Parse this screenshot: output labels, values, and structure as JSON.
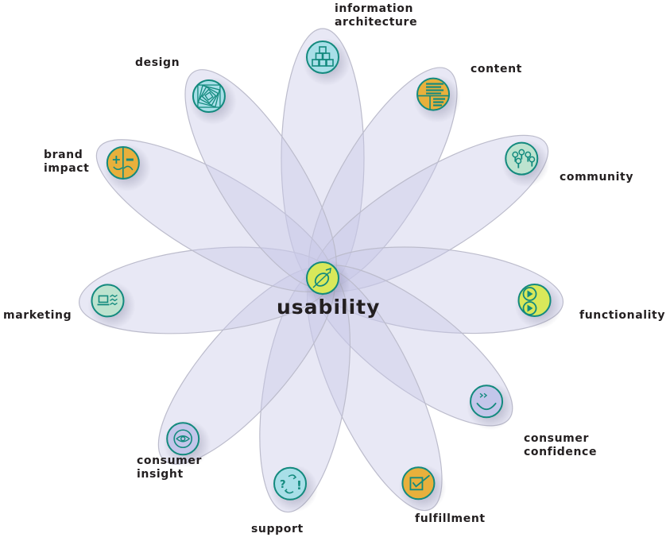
{
  "diagram": {
    "center": {
      "label": "usability",
      "icon": "satellite-dish-icon",
      "fill": "#d9e85a"
    },
    "colors": {
      "petal_fill": "#c9c9e6",
      "petal_stroke": "#bcbccc",
      "icon_stroke": "#138a7e",
      "text": "#231f20"
    },
    "petals": [
      {
        "id": "information-architecture",
        "label": "information\narchitecture",
        "icon": "hierarchy-blocks-icon",
        "fill": "#a8dfe8"
      },
      {
        "id": "content",
        "label": "content",
        "icon": "text-lines-icon",
        "fill": "#e8b03c"
      },
      {
        "id": "community",
        "label": "community",
        "icon": "people-group-icon",
        "fill": "#bde3cf"
      },
      {
        "id": "functionality",
        "label": "functionality",
        "icon": "play-buttons-icon",
        "fill": "#d9e85a"
      },
      {
        "id": "consumer-confidence",
        "label": "consumer\nconfidence",
        "icon": "smile-icon",
        "fill": "#c3c6ea"
      },
      {
        "id": "fulfillment",
        "label": "fulfillment",
        "icon": "checkbox-icon",
        "fill": "#e8b03c"
      },
      {
        "id": "support",
        "label": "support",
        "icon": "question-cycle-icon",
        "fill": "#a8dfe8"
      },
      {
        "id": "consumer-insight",
        "label": "consumer\ninsight",
        "icon": "eye-icon",
        "fill": "#c3c6ea"
      },
      {
        "id": "marketing",
        "label": "marketing",
        "icon": "laptop-waves-icon",
        "fill": "#bde3cf"
      },
      {
        "id": "brand-impact",
        "label": "brand\nimpact",
        "icon": "plus-minus-face-icon",
        "fill": "#e8b03c"
      },
      {
        "id": "design",
        "label": "design",
        "icon": "spiral-squares-icon",
        "fill": "#a8dfe8"
      }
    ]
  }
}
